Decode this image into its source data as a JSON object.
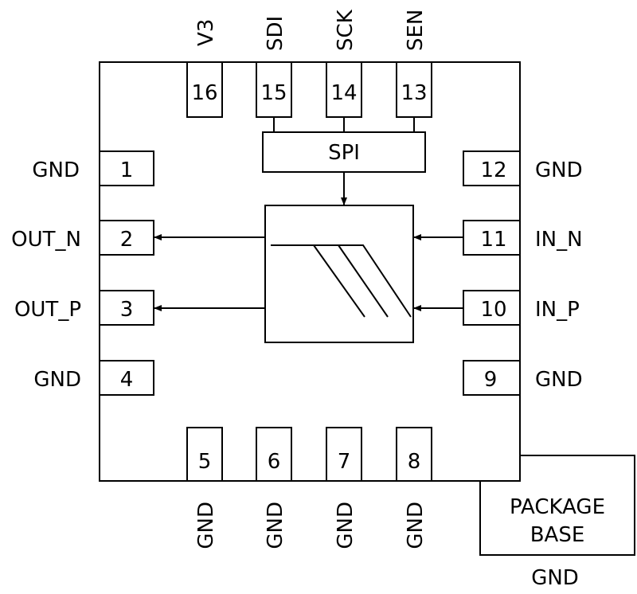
{
  "diagram": {
    "pins": {
      "p1": {
        "num": "1",
        "name": "GND"
      },
      "p2": {
        "num": "2",
        "name": "OUT_N"
      },
      "p3": {
        "num": "3",
        "name": "OUT_P"
      },
      "p4": {
        "num": "4",
        "name": "GND"
      },
      "p5": {
        "num": "5",
        "name": "GND"
      },
      "p6": {
        "num": "6",
        "name": "GND"
      },
      "p7": {
        "num": "7",
        "name": "GND"
      },
      "p8": {
        "num": "8",
        "name": "GND"
      },
      "p9": {
        "num": "9",
        "name": "GND"
      },
      "p10": {
        "num": "10",
        "name": "IN_P"
      },
      "p11": {
        "num": "11",
        "name": "IN_N"
      },
      "p12": {
        "num": "12",
        "name": "GND"
      },
      "p13": {
        "num": "13",
        "name": "SEN"
      },
      "p14": {
        "num": "14",
        "name": "SCK"
      },
      "p15": {
        "num": "15",
        "name": "SDI"
      },
      "p16": {
        "num": "16",
        "name": "V3"
      }
    },
    "spi_label": "SPI",
    "package_base_line1": "PACKAGE",
    "package_base_line2": "BASE",
    "package_base_net": "GND"
  }
}
